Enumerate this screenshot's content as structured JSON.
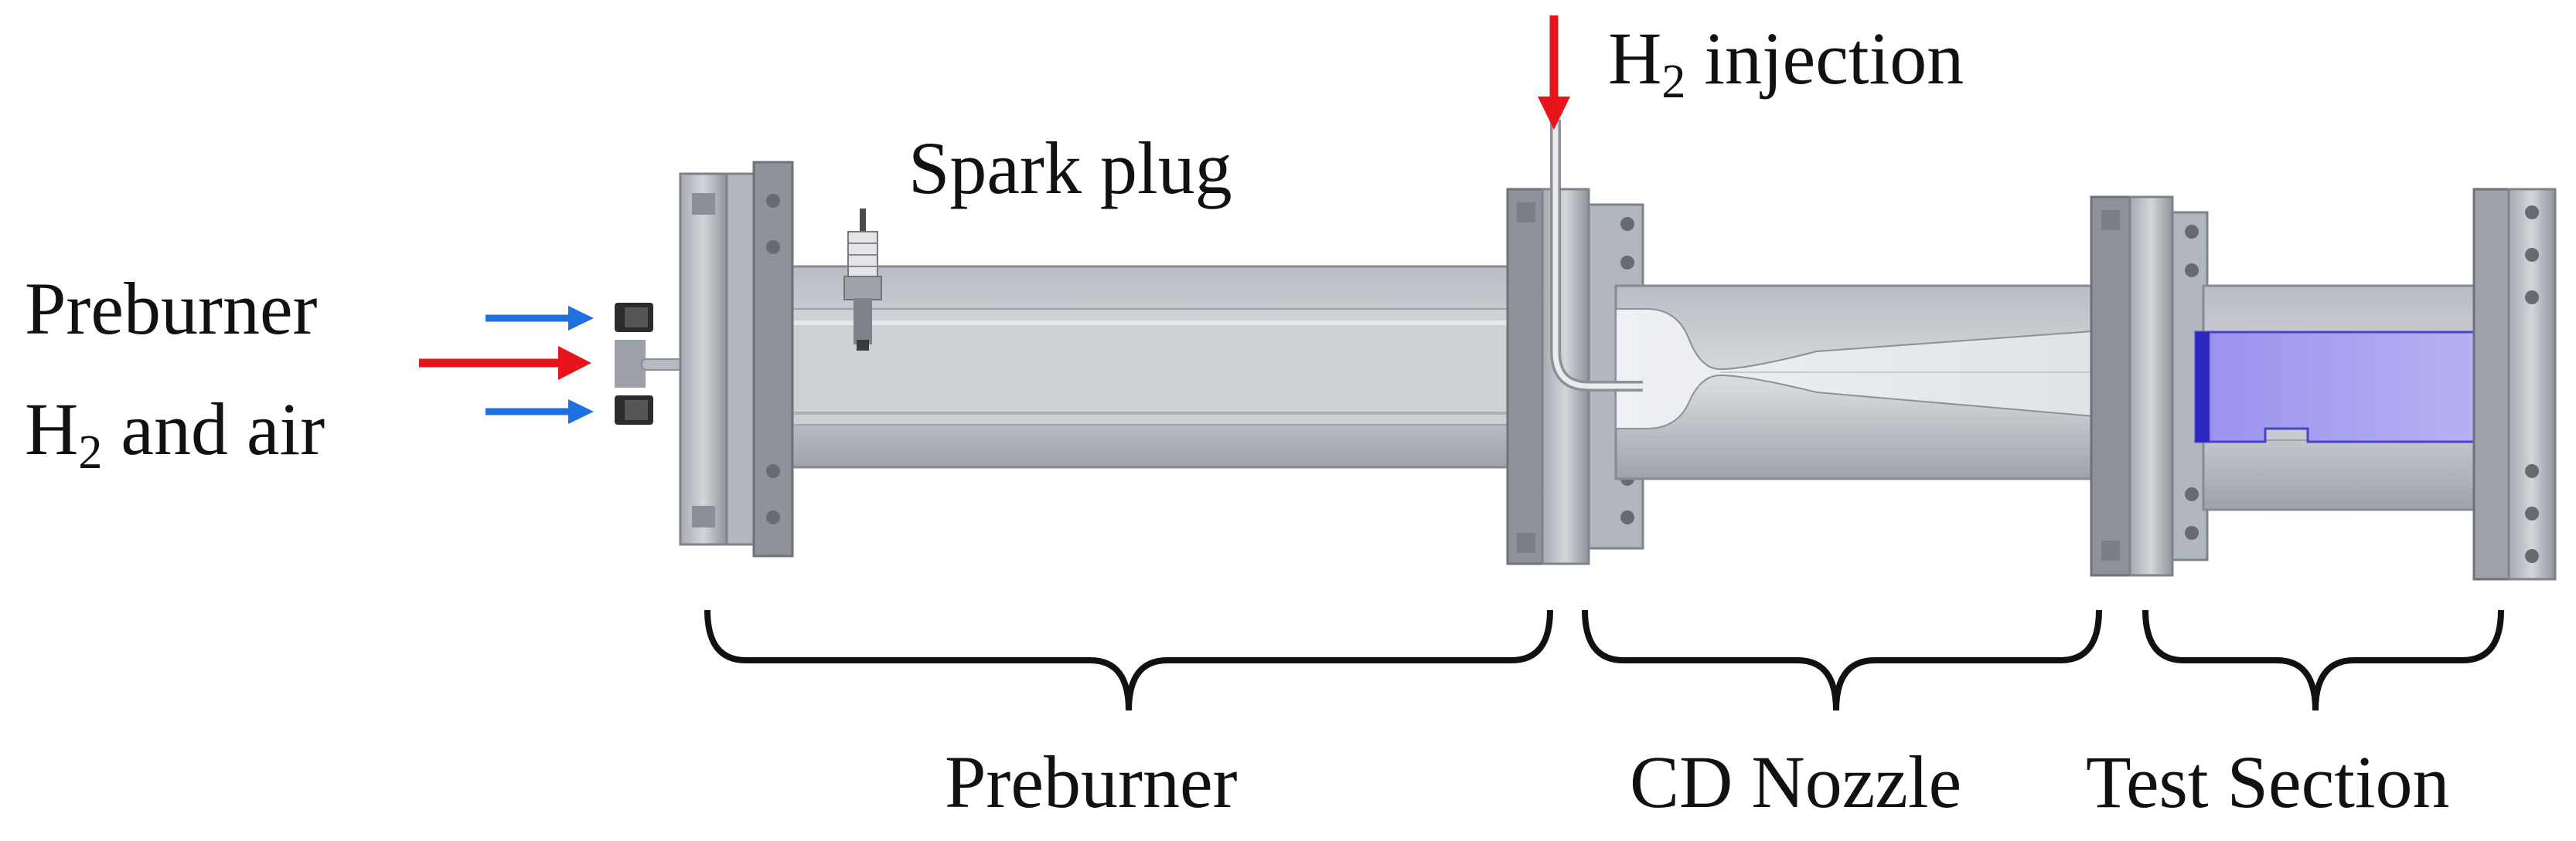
{
  "labels": {
    "inlet_top": "Preburner",
    "inlet_bottom_prefix": "H",
    "inlet_bottom_sub": "2",
    "inlet_bottom_suffix": " and air",
    "spark_plug": "Spark plug",
    "h2_injection_prefix": "H",
    "h2_injection_sub": "2",
    "h2_injection_suffix": " injection",
    "section_preburner": "Preburner",
    "section_cd_nozzle": "CD Nozzle",
    "section_test": "Test Section"
  },
  "colors": {
    "h2_arrow": "#e8141b",
    "air_arrow": "#1e6fe0",
    "metal_light": "#c9ccd2",
    "metal_mid": "#a9adb5",
    "metal_dark": "#7f848c",
    "interior": "#d7dade",
    "window": "#8f86e6",
    "bracket": "#111111"
  }
}
